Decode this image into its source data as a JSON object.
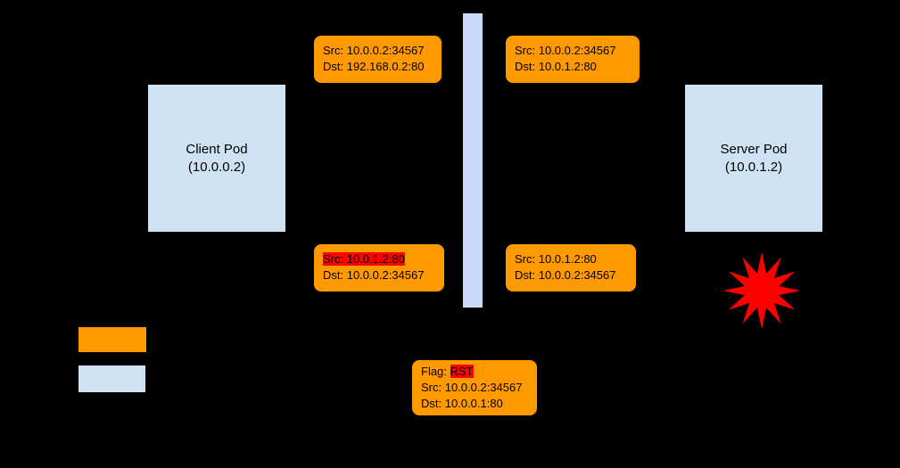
{
  "colors": {
    "background": "#000000",
    "pod_fill": "#cfe2f3",
    "bar_fill": "#c9daf8",
    "packet_fill": "#ff9900",
    "highlight": "#ff0000",
    "burst": "#ff0000"
  },
  "nodes": {
    "client_pod": {
      "name": "Client Pod",
      "ip": "(10.0.0.2)"
    },
    "server_pod": {
      "name": "Server Pod",
      "ip": "(10.0.1.2)"
    }
  },
  "packets": {
    "request_before_nat": {
      "line1": "Src: 10.0.0.2:34567",
      "line2": "Dst: 192.168.0.2:80"
    },
    "request_after_nat": {
      "line1": "Src: 10.0.0.2:34567",
      "line2": "Dst: 10.0.1.2:80"
    },
    "reply_unreversed": {
      "line1": "Src: 10.0.1.2:80",
      "line2": "Dst: 10.0.0.2:34567",
      "line1_highlight": "red"
    },
    "reply_from_server": {
      "line1": "Src: 10.0.1.2:80",
      "line2": "Dst: 10.0.0.2:34567"
    },
    "rst": {
      "flag_label": "Flag: ",
      "flag_value": "RST",
      "line2": "Src: 10.0.0.2:34567",
      "line3": "Dst: 10.0.0.1:80"
    }
  },
  "legend": {
    "packet_swatch_color": "#ff9900",
    "pod_swatch_color": "#cfe2f3"
  }
}
